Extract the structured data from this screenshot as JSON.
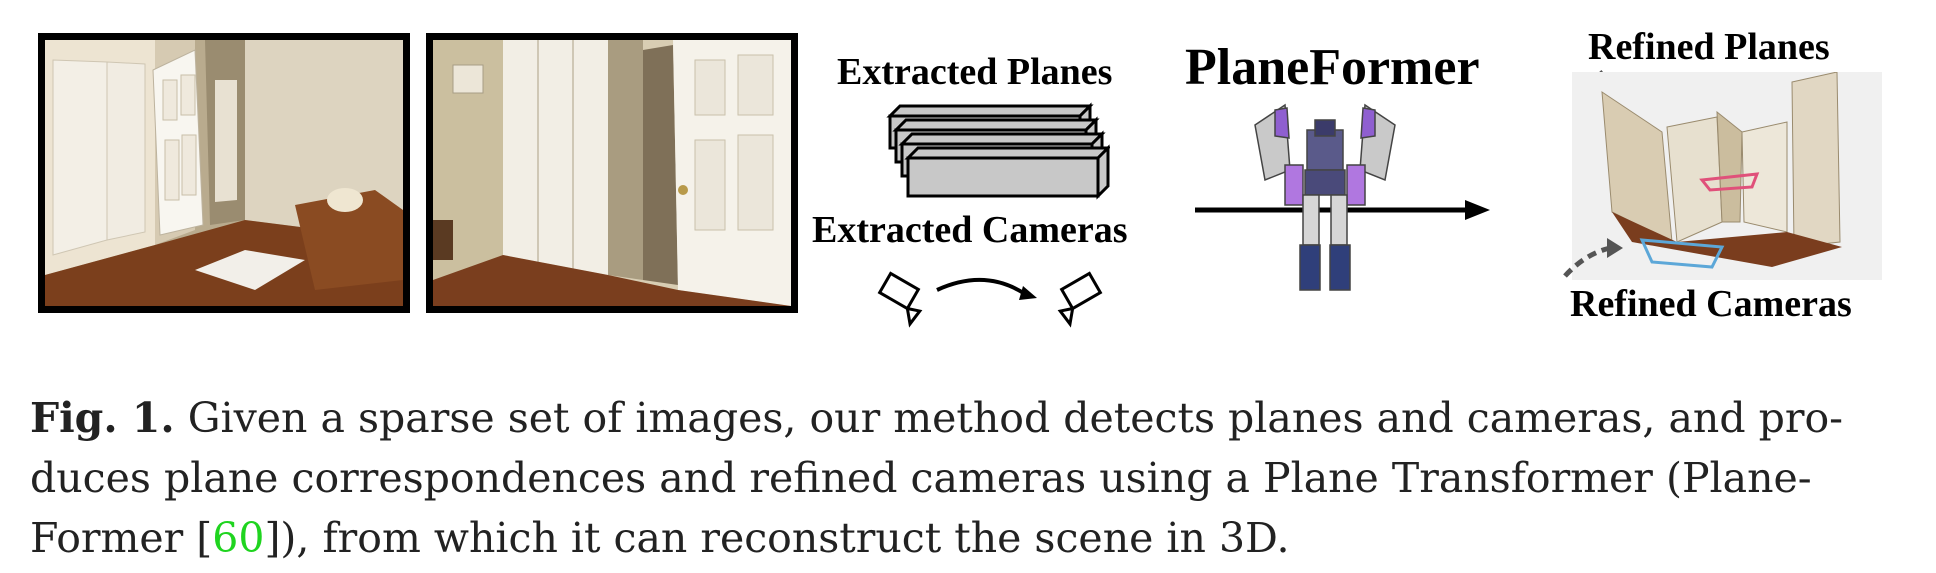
{
  "labels": {
    "extracted_planes": "Extracted Planes",
    "extracted_cameras": "Extracted Cameras",
    "planeformer": "PlaneFormer",
    "refined_planes": "Refined Planes",
    "refined_cameras": "Refined Cameras"
  },
  "caption": {
    "fig_label": "Fig. 1.",
    "line1_words": [
      "Given",
      "a",
      "sparse",
      "set",
      "of",
      "images,",
      "our",
      "method",
      "detects",
      "planes",
      "and",
      "cameras,",
      "and",
      "pro-"
    ],
    "line2_words": [
      "duces",
      "plane",
      "correspondences",
      "and",
      "refined",
      "cameras",
      "using",
      "a",
      "Plane",
      "Transformer",
      "(Plane-"
    ],
    "line3_pre": "Former [",
    "line3_ref": "60",
    "line3_post": "]), from which it can reconstruct the scene in 3D."
  },
  "colors": {
    "reference_link": "#1fd41f",
    "plane_box_fill": "#c8c8c8",
    "refined_camera_pink": "#e0507a",
    "refined_camera_blue": "#5ca7d8"
  }
}
